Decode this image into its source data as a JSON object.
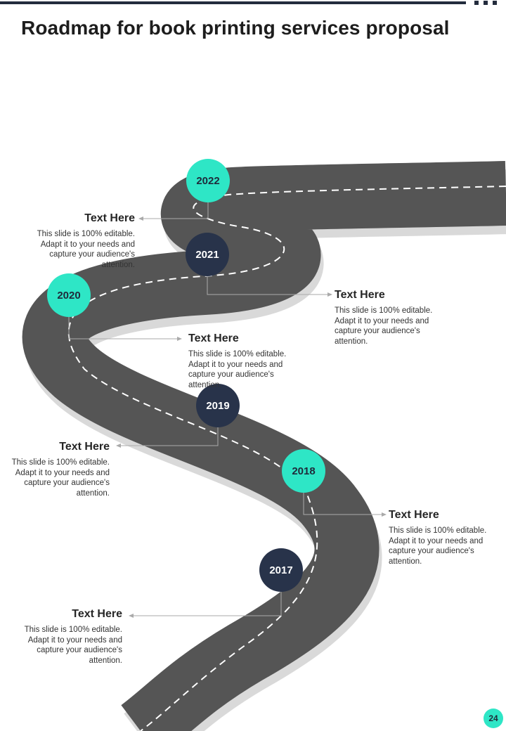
{
  "title": "Roadmap for book printing services proposal",
  "page_number": "24",
  "colors": {
    "accent": "#2ee6c6",
    "navy": "#28334a",
    "road": "#555555",
    "road_shadow": "#d6d6d6"
  },
  "milestones": [
    {
      "year": "2022",
      "style": "teal",
      "heading": "Text Here",
      "body": "This slide is 100% editable. Adapt it to your needs and capture your audience's attention."
    },
    {
      "year": "2021",
      "style": "navy",
      "heading": "Text Here",
      "body": "This slide is 100% editable. Adapt it to your needs and capture your audience's attention."
    },
    {
      "year": "2020",
      "style": "teal",
      "heading": "Text Here",
      "body": "This slide is 100% editable. Adapt it to your needs and capture your audience's attention."
    },
    {
      "year": "2019",
      "style": "navy",
      "heading": "Text Here",
      "body": "This slide is 100% editable. Adapt it to your needs and capture your audience's attention."
    },
    {
      "year": "2018",
      "style": "teal",
      "heading": "Text Here",
      "body": "This slide is 100% editable. Adapt it to your needs and capture your audience's attention."
    },
    {
      "year": "2017",
      "style": "navy",
      "heading": "Text Here",
      "body": "This slide is 100% editable. Adapt it to your needs and capture your audience's attention."
    }
  ]
}
